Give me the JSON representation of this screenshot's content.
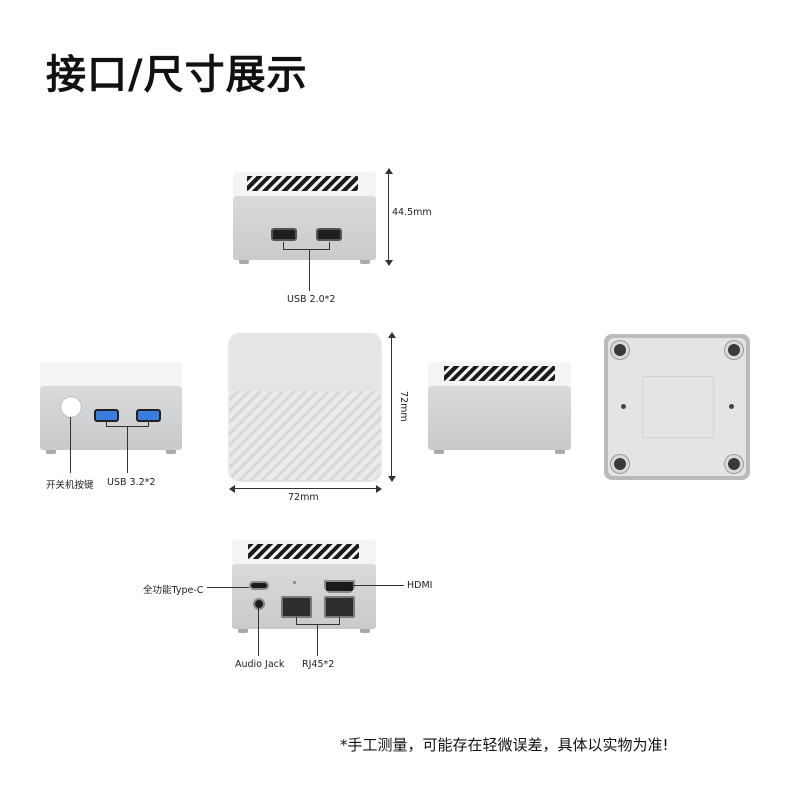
{
  "title": "接口/尺寸展示",
  "dimensions": {
    "height": "44.5mm",
    "depth": "72mm",
    "width": "72mm"
  },
  "labels": {
    "usb2": "USB 2.0*2",
    "power_button": "开关机按键",
    "usb3": "USB 3.2*2",
    "typec": "全功能Type-C",
    "hdmi": "HDMI",
    "audio": "Audio Jack",
    "rj45": "RJ45*2"
  },
  "note": "*手工测量，可能存在轻微误差，具体以实物为准!",
  "colors": {
    "usb3_blue": "#3a7de0",
    "chassis_grey": "#d4d5d6",
    "top_white": "#eeeeee"
  }
}
